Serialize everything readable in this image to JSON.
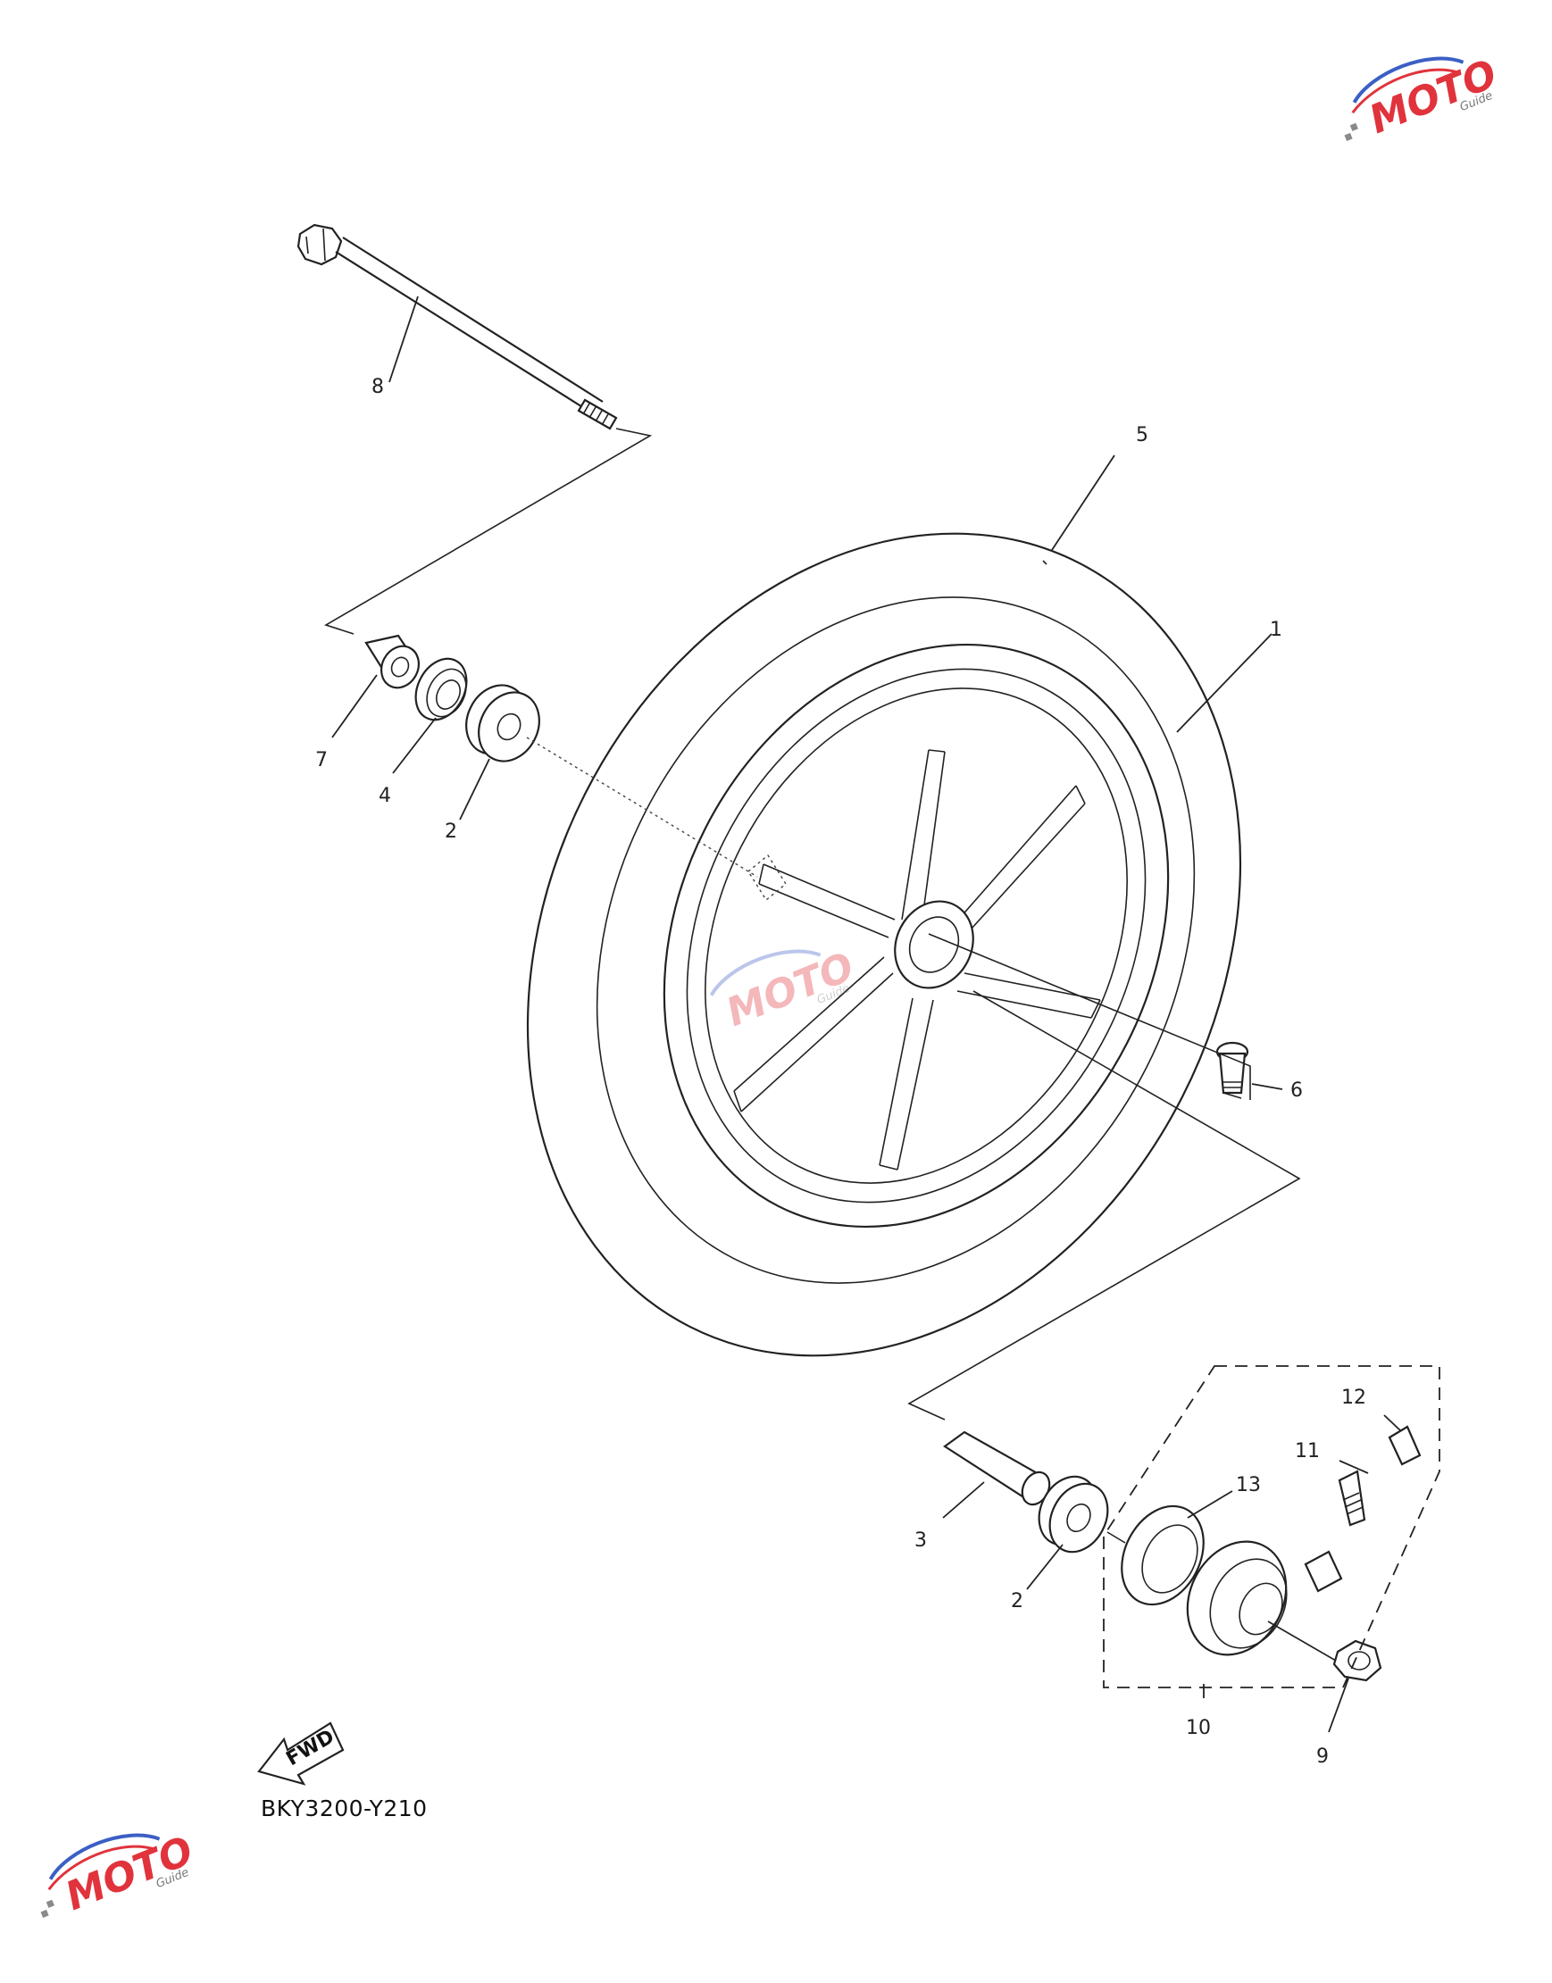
{
  "diagram": {
    "reference_code": "BKY3200-Y210",
    "direction_arrow_label": "FWD",
    "callouts": [
      "1",
      "2",
      "2",
      "3",
      "4",
      "5",
      "6",
      "7",
      "8",
      "9",
      "10",
      "11",
      "12",
      "13"
    ],
    "parts": {
      "wheel_rim": "1",
      "bearing_upper": "2",
      "bearing_lower": "2",
      "spacer_long": "3",
      "oil_seal": "4",
      "tire": "5",
      "valve": "6",
      "collar": "7",
      "axle": "8",
      "nut": "9",
      "meter_gear_unit": "10",
      "gear_shaft": "11",
      "cap": "12",
      "seal_ring": "13"
    }
  },
  "watermark": {
    "text": "MOTO",
    "subtext": "Guide",
    "colors": {
      "red": "#e0333c",
      "grey": "#8a8a8a",
      "blue": "#3b5fc4"
    }
  }
}
